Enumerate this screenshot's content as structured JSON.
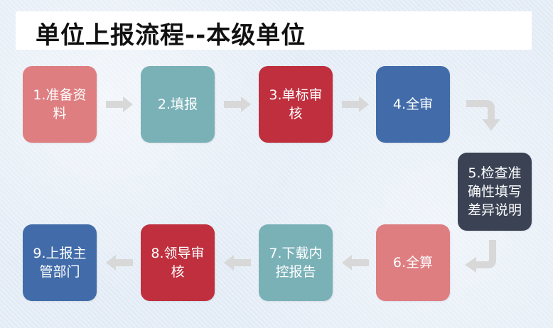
{
  "title": "单位上报流程--本级单位",
  "steps": [
    {
      "id": 1,
      "label": "1.准备资料",
      "color": "#de7e80"
    },
    {
      "id": 2,
      "label": "2.填报",
      "color": "#7ab1b7"
    },
    {
      "id": 3,
      "label": "3.单标审核",
      "color": "#bf2f3d"
    },
    {
      "id": 4,
      "label": "4.全审",
      "color": "#426ca9"
    },
    {
      "id": 5,
      "label": "5.检查准确性填写差异说明",
      "color": "#3a4254"
    },
    {
      "id": 6,
      "label": "6.全算",
      "color": "#de7e80"
    },
    {
      "id": 7,
      "label": "7.下载内控报告",
      "color": "#7ab1b7"
    },
    {
      "id": 8,
      "label": "8.领导审核",
      "color": "#bf2f3d"
    },
    {
      "id": 9,
      "label": "9.上报主管部门",
      "color": "#426ca9"
    }
  ],
  "arrow_color": "#d8d8d8"
}
